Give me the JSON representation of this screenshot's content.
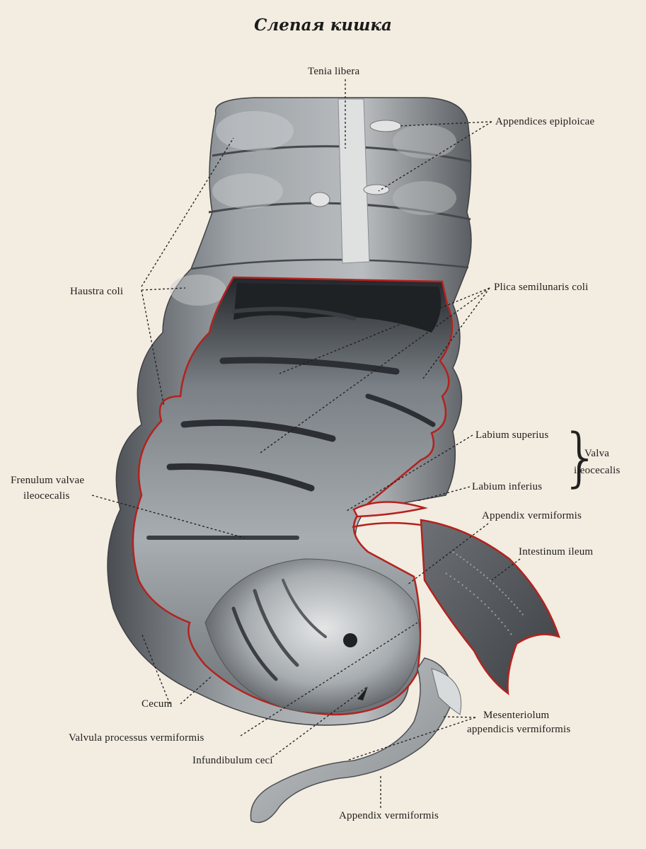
{
  "title": "Слепая кишка",
  "labels": {
    "tenia_libera": "Tenia libera",
    "appendices_epiploicae": "Appendices epiploicae",
    "haustra_coli": "Haustra coli",
    "plica_semilunaris_coli": "Plica semilunaris coli",
    "labium_superius": "Labium superius",
    "labium_inferius": "Labium inferius",
    "valva_line1": "Valva",
    "valva_line2": "ileocecalis",
    "frenulum_line1": "Frenulum valvae",
    "frenulum_line2": "ileocecalis",
    "appendix_vermiformis_top": "Appendix vermiformis",
    "intestinum_ileum": "Intestinum ileum",
    "cecum": "Cecum",
    "mesenteriolum_line1": "Mesenteriolum",
    "mesenteriolum_line2": "appendicis vermiformis",
    "valvula_processus": "Valvula processus vermiformis",
    "infundibulum_ceci": "Infundibulum ceci",
    "appendix_vermiformis_bottom": "Appendix vermiformis"
  },
  "colors": {
    "paper": "#f3ece0",
    "tissue_dark": "#3a3d40",
    "tissue_mid": "#8b9094",
    "tissue_light": "#d3d6d7",
    "cut_edge": "#b3221e"
  }
}
